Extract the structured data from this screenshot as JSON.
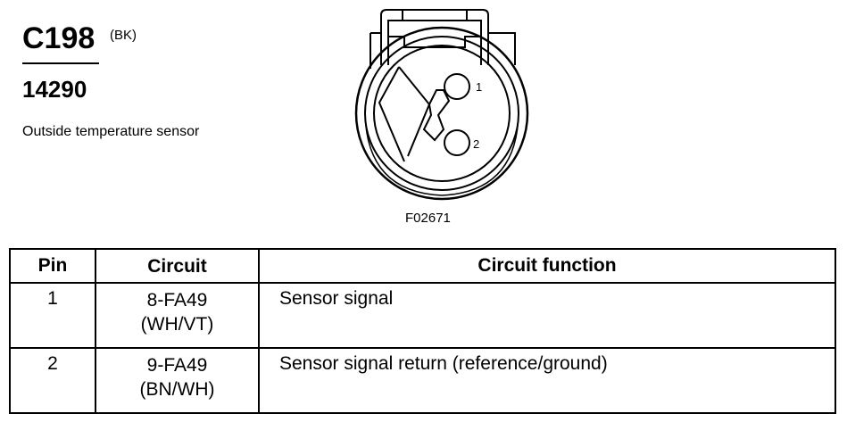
{
  "connector": {
    "id": "C198",
    "color": "(BK)",
    "part_number": "14290",
    "description": "Outside temperature sensor"
  },
  "diagram": {
    "pin_labels": [
      "1",
      "2"
    ],
    "figure_id": "F02671"
  },
  "table": {
    "headers": [
      "Pin",
      "Circuit",
      "Circuit function"
    ],
    "rows": [
      {
        "pin": "1",
        "circuit": "8-FA49",
        "wire_color": "(WH/VT)",
        "function": "Sensor signal"
      },
      {
        "pin": "2",
        "circuit": "9-FA49",
        "wire_color": "(BN/WH)",
        "function": "Sensor signal return (reference/ground)"
      }
    ]
  }
}
